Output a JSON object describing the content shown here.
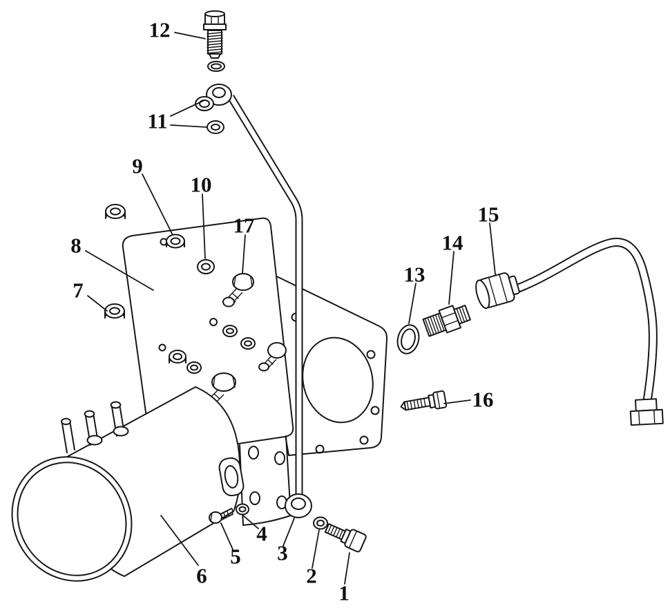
{
  "diagram": {
    "kind": "exploded-parts-line-drawing",
    "background": "#ffffff",
    "line_color": "#161616",
    "callouts": [
      {
        "label": "1"
      },
      {
        "label": "2"
      },
      {
        "label": "3"
      },
      {
        "label": "4"
      },
      {
        "label": "5"
      },
      {
        "label": "6"
      },
      {
        "label": "7"
      },
      {
        "label": "8"
      },
      {
        "label": "9"
      },
      {
        "label": "10"
      },
      {
        "label": "11"
      },
      {
        "label": "12"
      },
      {
        "label": "13"
      },
      {
        "label": "14"
      },
      {
        "label": "15"
      },
      {
        "label": "16"
      },
      {
        "label": "17"
      }
    ]
  }
}
